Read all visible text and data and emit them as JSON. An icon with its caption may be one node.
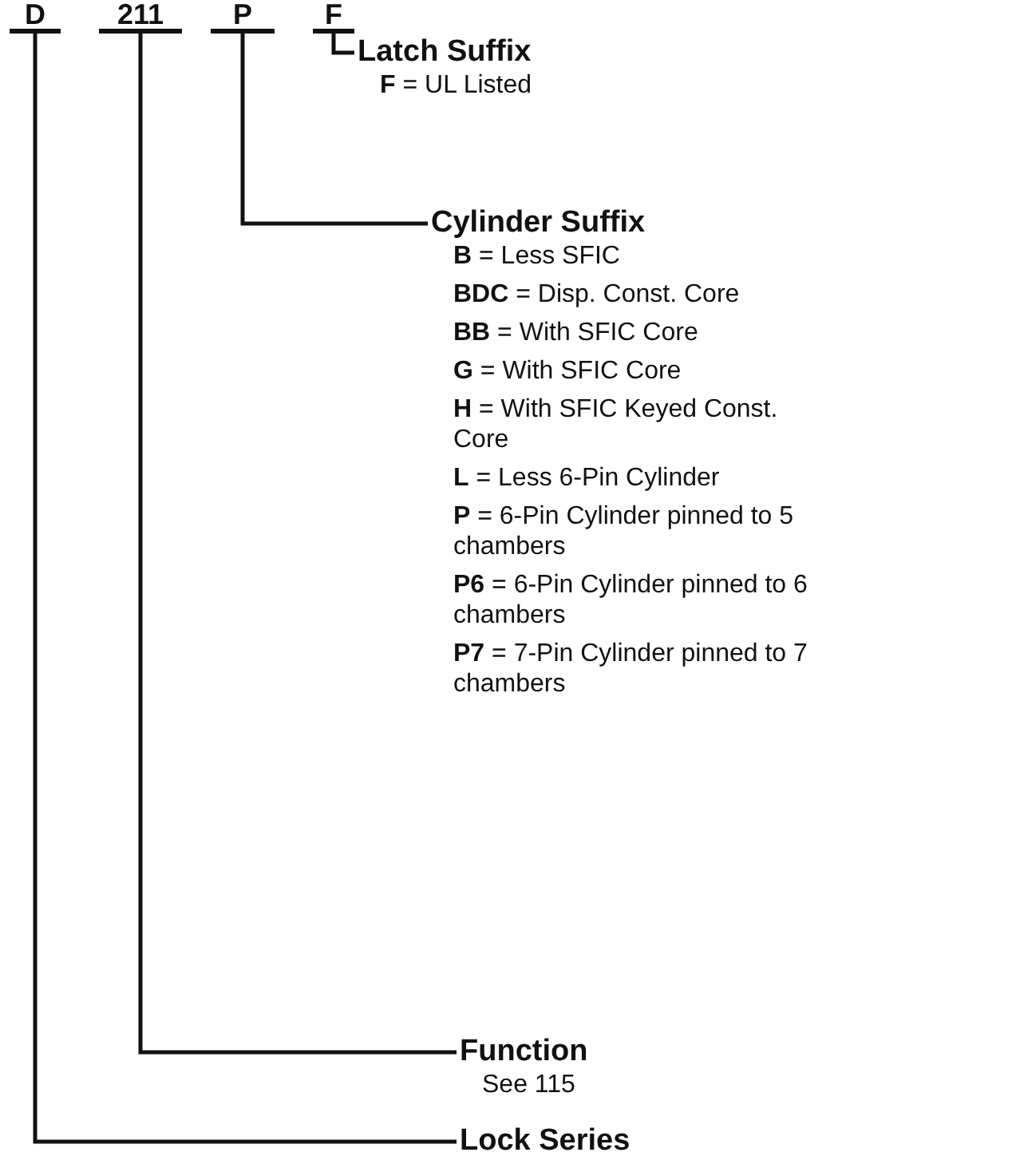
{
  "diagram": {
    "nodes": [
      {
        "text": [
          "D"
        ]
      },
      {
        "text": [
          "211"
        ]
      },
      {
        "text": [
          "P"
        ]
      },
      {
        "text": [
          "F"
        ]
      },
      {
        "text": [
          "Latch Suffix",
          "**F** = UL Listed"
        ]
      },
      {
        "text": [
          "Cylinder Suffix",
          "**B** = Less SFIC",
          "**BDC** = Disp. Const. Core",
          "**BB** = With SFIC Core",
          "**G** = With SFIC Core",
          "**H** = With SFIC Keyed Const. Core",
          "**L** = Less 6-Pin Cylinder",
          "**P** = 6-Pin Cylinder pinned to 5 chambers",
          "**P6** = 6-Pin Cylinder pinned to 6 chambers",
          "**P7** = 7-Pin Cylinder pinned to 7 chambers"
        ]
      },
      {
        "text": [
          "Function",
          "See 115"
        ]
      },
      {
        "text": [
          "Lock Series"
        ]
      }
    ],
    "edges": [
      {
        "from": 3,
        "to": 4,
        "arrow": "none"
      },
      {
        "from": 2,
        "to": 5,
        "arrow": "none"
      },
      {
        "from": 1,
        "to": 6,
        "arrow": "none"
      },
      {
        "from": 0,
        "to": 7,
        "arrow": "none"
      }
    ]
  }
}
